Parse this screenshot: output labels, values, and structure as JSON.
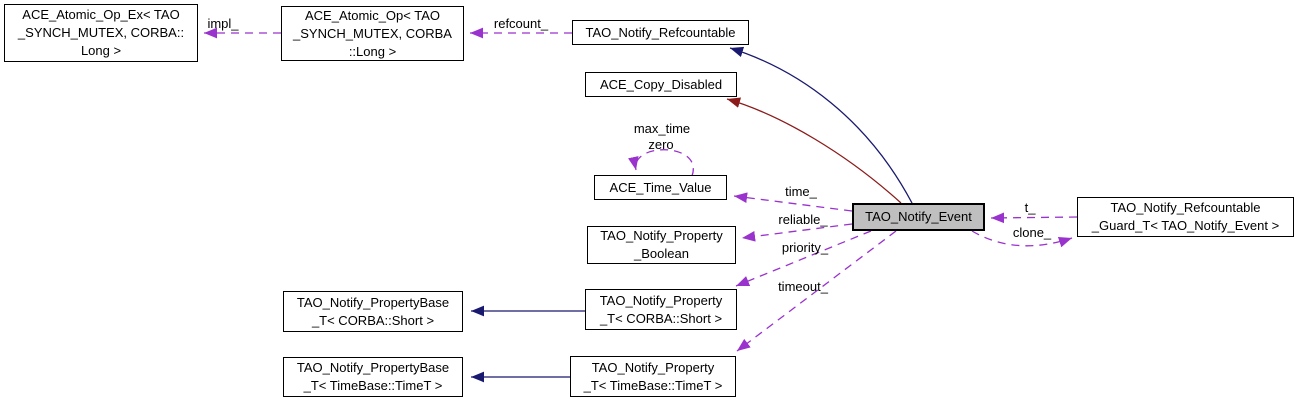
{
  "diagram": {
    "kind": "doxygen-collaboration-graph",
    "focus_class": "TAO_Notify_Event",
    "colors": {
      "background": "#ffffff",
      "node_border": "#000000",
      "node_fill": "#ffffff",
      "highlight_node_fill": "#bfbfbf",
      "usage_edge": "#9a32cd",
      "inheritance_edge_blue": "#191970",
      "inheritance_edge_red": "#8b1a1a",
      "text": "#000000"
    },
    "nodes": {
      "atomic_op_ex": {
        "lines": [
          "ACE_Atomic_Op_Ex< TAO",
          "_SYNCH_MUTEX, CORBA::",
          "Long >"
        ]
      },
      "atomic_op": {
        "lines": [
          "ACE_Atomic_Op< TAO",
          "_SYNCH_MUTEX, CORBA",
          "::Long >"
        ]
      },
      "refcountable": {
        "lines": [
          "TAO_Notify_Refcountable"
        ]
      },
      "copy_disabled": {
        "lines": [
          "ACE_Copy_Disabled"
        ]
      },
      "time_value": {
        "lines": [
          "ACE_Time_Value"
        ]
      },
      "property_boolean": {
        "lines": [
          "TAO_Notify_Property",
          "_Boolean"
        ]
      },
      "propertybase_short": {
        "lines": [
          "TAO_Notify_PropertyBase",
          "_T< CORBA::Short >"
        ]
      },
      "property_short": {
        "lines": [
          "TAO_Notify_Property",
          "_T< CORBA::Short >"
        ]
      },
      "propertybase_timet": {
        "lines": [
          "TAO_Notify_PropertyBase",
          "_T< TimeBase::TimeT >"
        ]
      },
      "property_timet": {
        "lines": [
          "TAO_Notify_Property",
          "_T< TimeBase::TimeT >"
        ]
      },
      "event": {
        "lines": [
          "TAO_Notify_Event"
        ],
        "highlighted": true
      },
      "guard": {
        "lines": [
          "TAO_Notify_Refcountable",
          "_Guard_T< TAO_Notify_Event >"
        ]
      }
    },
    "edge_labels": {
      "impl": "impl_",
      "refcount": "refcount_",
      "max_time": "max_time",
      "zero": "zero",
      "time": "time_",
      "reliable": "reliable_",
      "priority": "priority_",
      "timeout": "timeout_",
      "t": "t_",
      "clone": "clone_"
    }
  }
}
